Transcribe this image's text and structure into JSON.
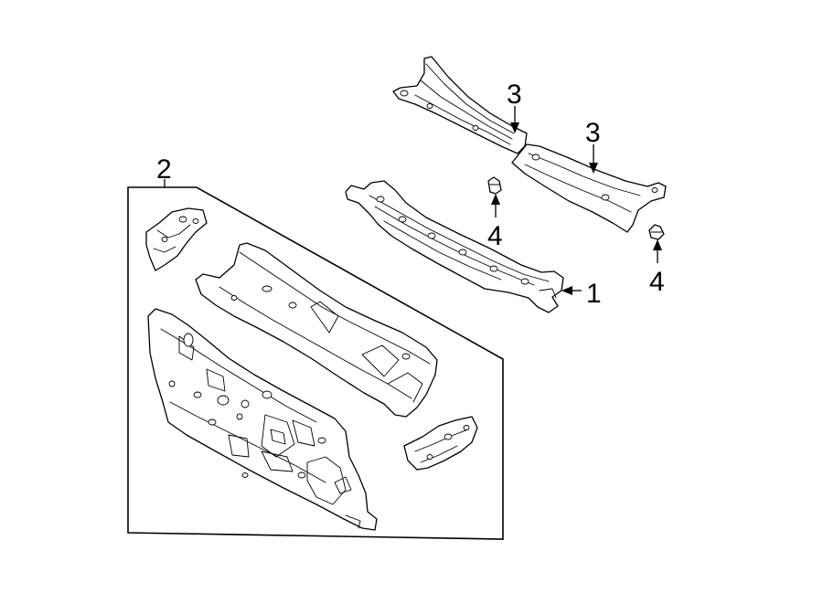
{
  "callouts": [
    {
      "id": "1",
      "label": "1"
    },
    {
      "id": "2",
      "label": "2"
    },
    {
      "id": "3a",
      "label": "3"
    },
    {
      "id": "3b",
      "label": "3"
    },
    {
      "id": "4a",
      "label": "4"
    },
    {
      "id": "4b",
      "label": "4"
    }
  ],
  "colors": {
    "line": "#000000",
    "background": "#ffffff"
  }
}
